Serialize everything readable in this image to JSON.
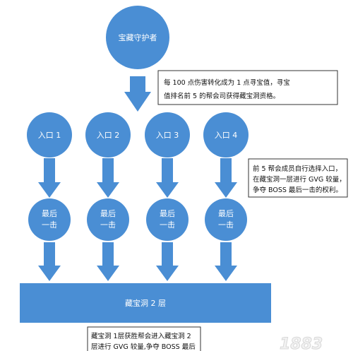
{
  "top_node": {
    "label": "宝藏守护者"
  },
  "note_top": {
    "lines": [
      "每 100 点伤害转化成为 1 点寻宝值，寻宝",
      "值排名前 5 的帮会司获得藏宝洞资格。"
    ]
  },
  "entrances": [
    {
      "label": "入口 1"
    },
    {
      "label": "入口 2"
    },
    {
      "label": "入口 3"
    },
    {
      "label": "入口 4"
    }
  ],
  "last_hit": [
    {
      "line1": "最后",
      "line2": "一击"
    },
    {
      "line1": "最后",
      "line2": "一击"
    },
    {
      "line1": "最后",
      "line2": "一击"
    },
    {
      "line1": "最后",
      "line2": "一击"
    }
  ],
  "note_right": {
    "lines": [
      "前 5 帮会成员自行选择入口，",
      "在藏宝洞一层进行 GVG 较量，",
      "争夺 BOSS 最后一击的权利。"
    ]
  },
  "floor2": {
    "label": "藏宝洞 2 层"
  },
  "note_bottom": {
    "lines": [
      "藏宝洞 1层获胜帮会进入藏宝洞 2",
      "层进行 GVG 较量,争夺 BOSS 最后"
    ]
  },
  "watermark": {
    "text": "1883"
  },
  "colors": {
    "accent": "#4a8ed4"
  }
}
